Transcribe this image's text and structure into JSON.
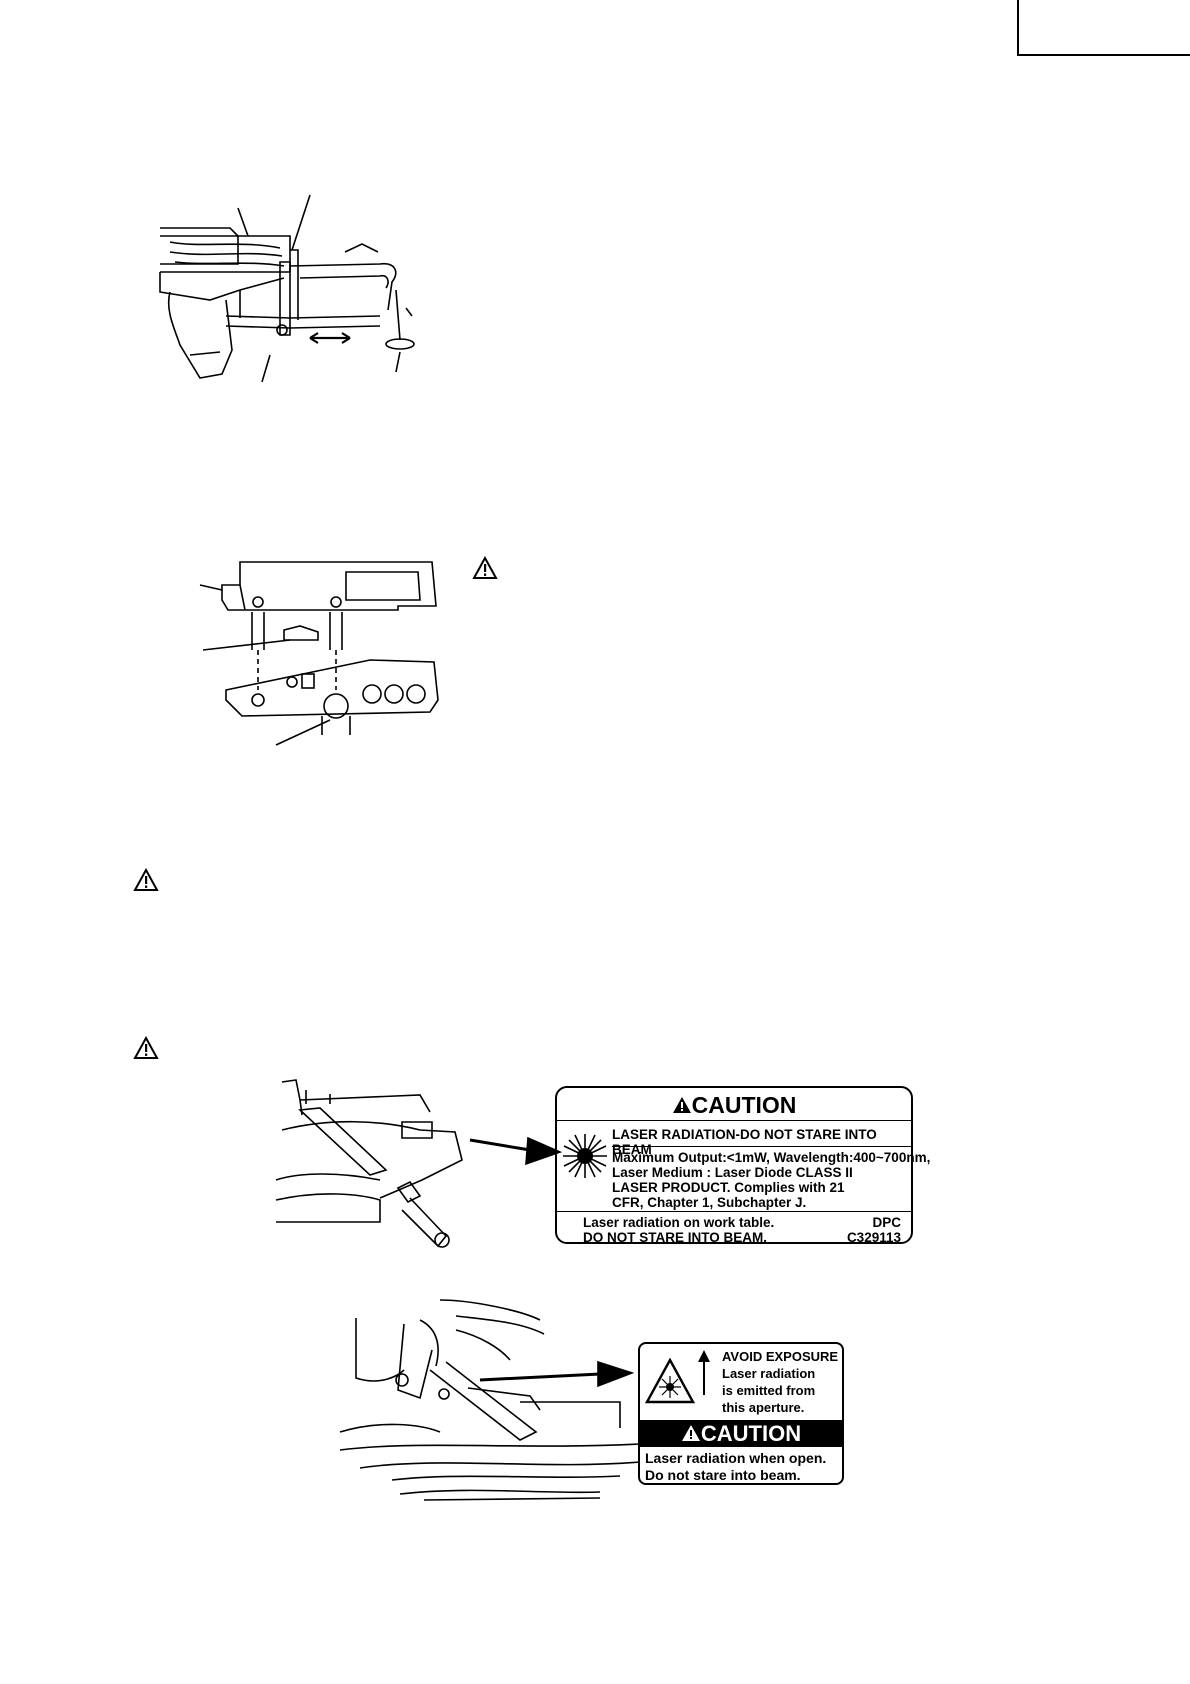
{
  "label1": {
    "title": "CAUTION",
    "headline": "LASER RADIATION-DO NOT STARE INTO BEAM",
    "spec_lines": [
      "Maximum Output:<1mW, Wavelength:400~700nm,",
      "Laser Medium : Laser Diode CLASS II",
      "LASER PRODUCT. Complies with 21",
      "CFR, Chapter 1, Subchapter J."
    ],
    "footer_lines": [
      "Laser radiation on work table.",
      "DO NOT STARE INTO BEAM."
    ],
    "code_lines": [
      "DPC",
      "C329113"
    ]
  },
  "label2": {
    "avoid_lines": [
      "AVOID EXPOSURE",
      "Laser radiation",
      "is emitted from",
      "this aperture."
    ],
    "caution": "CAUTION",
    "footer_lines": [
      "Laser radiation when open.",
      "Do not stare into beam."
    ]
  },
  "icons": [
    "warning-triangle-icon",
    "laser-burst-icon",
    "up-arrow-icon"
  ]
}
